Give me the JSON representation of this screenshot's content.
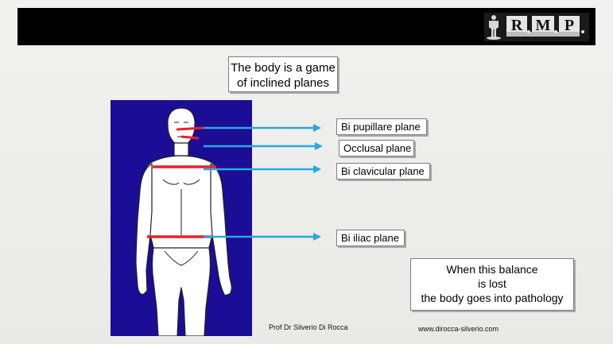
{
  "header": {
    "logo_text": "RMP"
  },
  "title": {
    "line1": "The body is a game",
    "line2": "of inclined planes"
  },
  "planes": {
    "pupil": "Bi pupillare plane",
    "occlusal": "Occlusal plane",
    "clavicular": "Bi clavicular plane",
    "iliac": "Bi iliac plane"
  },
  "note": {
    "line1": "When this balance",
    "line2": "is lost",
    "line3": "the body goes into pathology"
  },
  "footer": {
    "author": "Prof Dr Silverio Di Rocca",
    "website": "www.dirocca-silverio.com"
  },
  "colors": {
    "header": "#000000",
    "figure_background": "#1b0d96",
    "plane_line": "#e8202a",
    "arrow": "#29a9e1"
  }
}
